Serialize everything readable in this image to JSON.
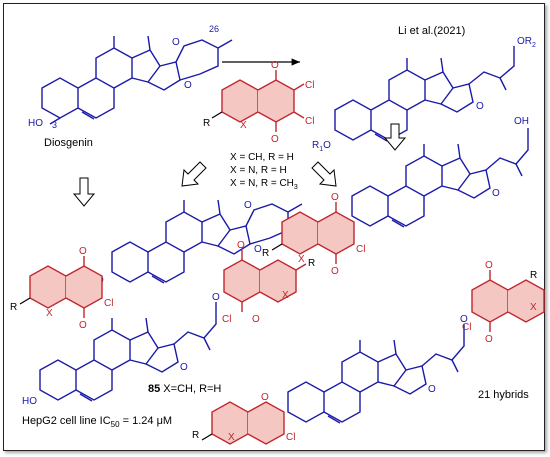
{
  "labels": {
    "diosgenin": "Diosgenin",
    "li_et_al": "Li et al.(2021)",
    "num_26": "26",
    "num_3": "3",
    "ho": "HO",
    "oh": "OH",
    "or2": "OR",
    "or2_sub": "2",
    "r1o": "R",
    "r1o_sub": "1",
    "r1o_o": "O",
    "quinone_x": "X = CH, R = H",
    "quinone_n1": "X = N, R = H",
    "quinone_n2": "X = N, R = CH",
    "quinone_n2_sub": "3",
    "compound_num": "85",
    "compound_desc": " X=CH, R=H",
    "hepg2_prefix": "HepG2 cell line IC",
    "hepg2_sub": "50",
    "hepg2_value": " = 1.24 μM",
    "hybrids": "21 hybrids",
    "atom_O": "O",
    "atom_Cl": "Cl",
    "atom_R": "R",
    "atom_X": "X",
    "atom_H": "H"
  },
  "colors": {
    "steroid": "#1a1aa8",
    "quinone": "#c0262d",
    "highlight": "#f4c7c3"
  }
}
